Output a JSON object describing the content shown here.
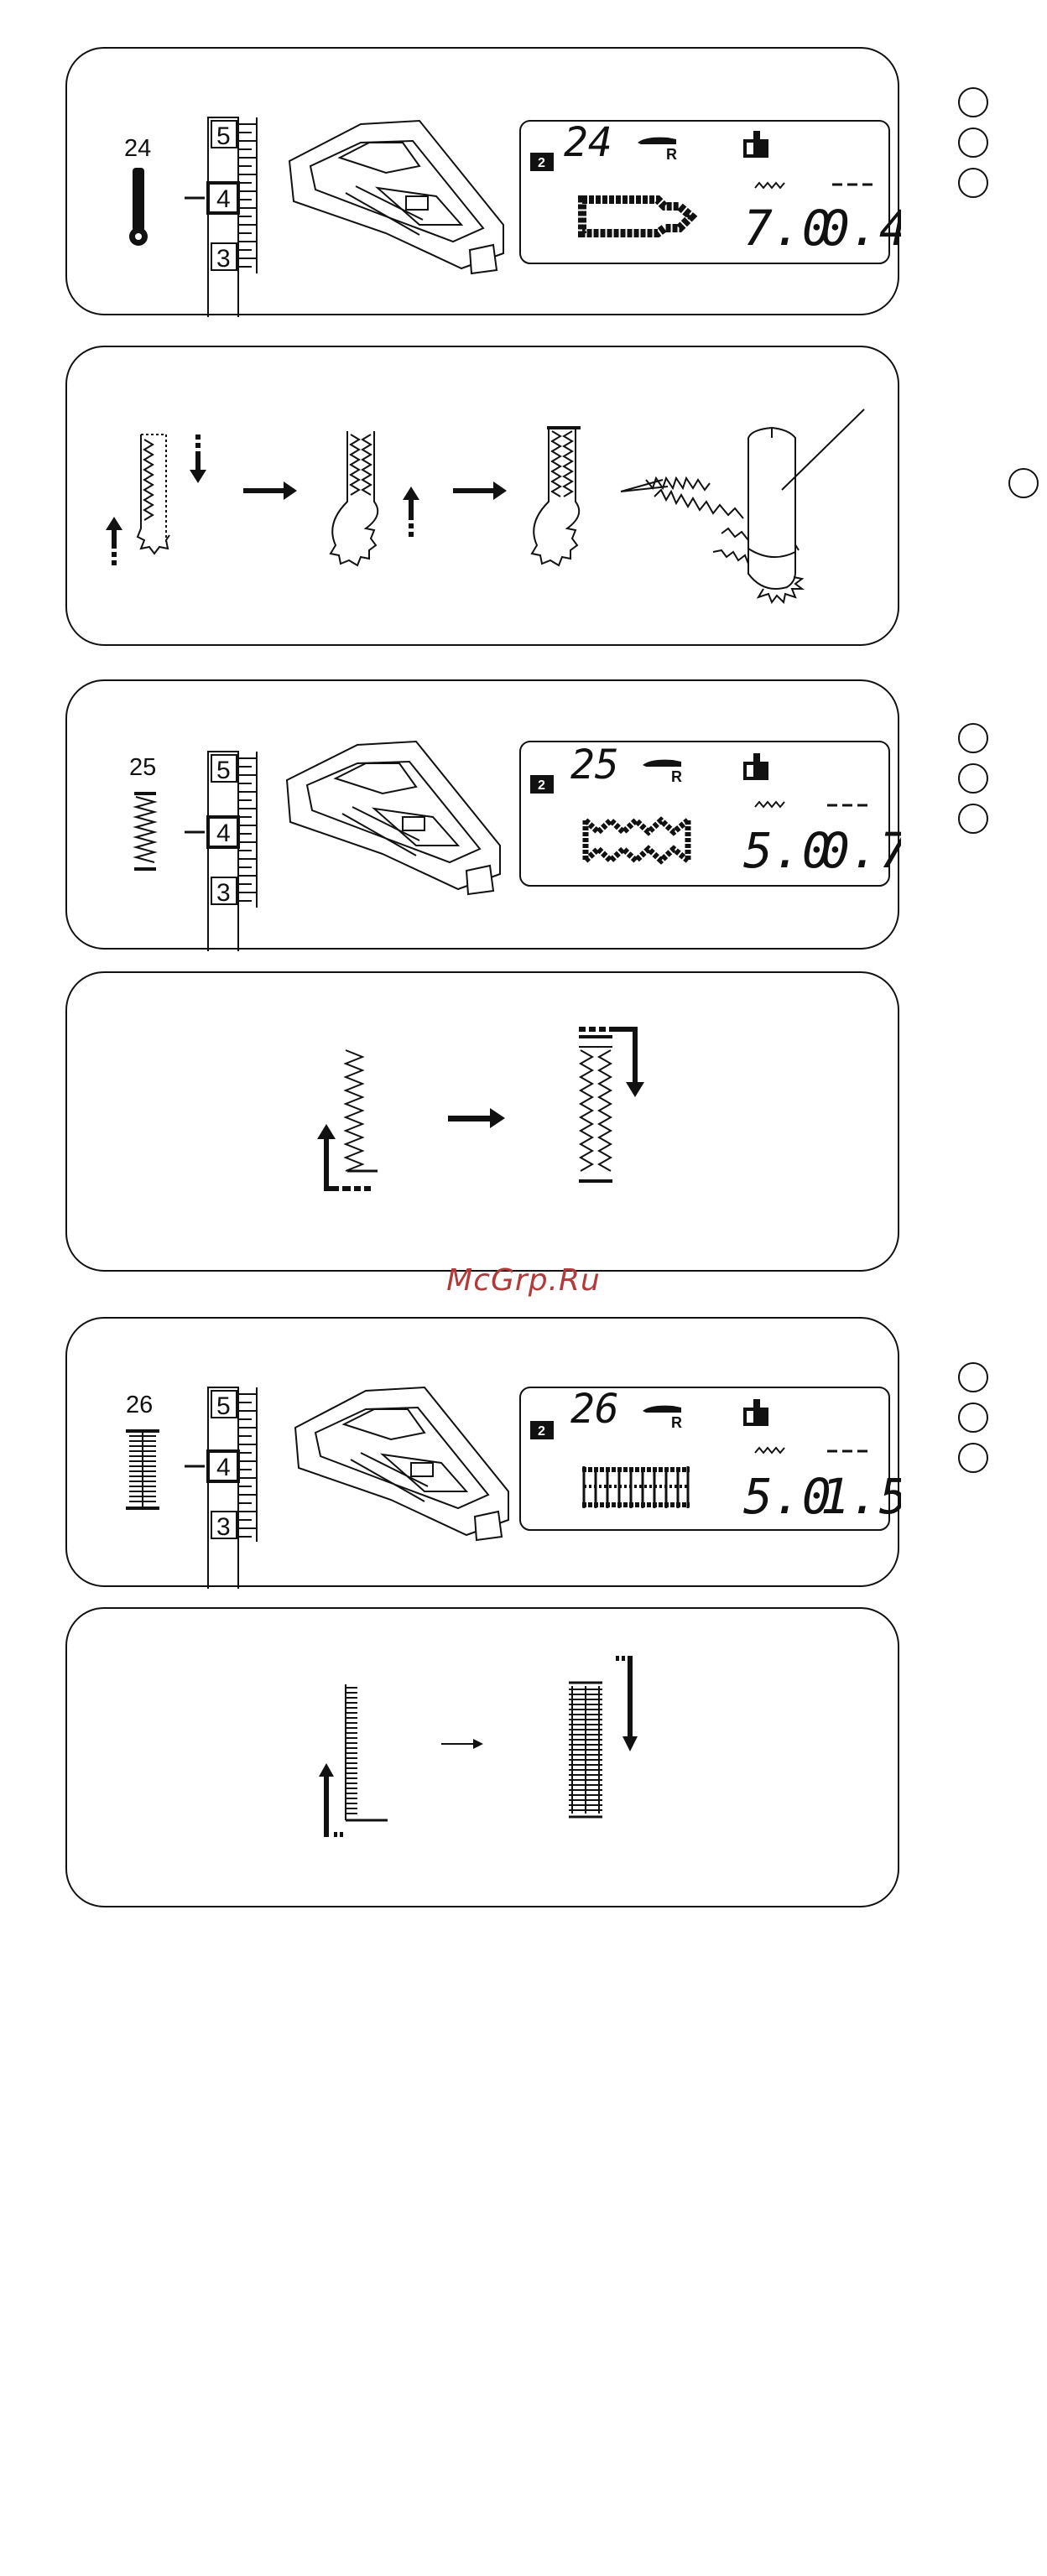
{
  "panels": [
    {
      "stitch_number": "24",
      "dial_numbers": [
        "5",
        "4",
        "3"
      ],
      "lcd": {
        "pattern": "24",
        "r_label": "R",
        "memory_badge": "2",
        "width": "7.0",
        "length": "0.4"
      }
    },
    {
      "stitch_number": "25",
      "dial_numbers": [
        "5",
        "4",
        "3"
      ],
      "lcd": {
        "pattern": "25",
        "r_label": "R",
        "memory_badge": "2",
        "width": "5.0",
        "length": "0.7"
      }
    },
    {
      "stitch_number": "26",
      "dial_numbers": [
        "5",
        "4",
        "3"
      ],
      "lcd": {
        "pattern": "26",
        "r_label": "R",
        "memory_badge": "2",
        "width": "5.0",
        "length": "1.5"
      }
    }
  ],
  "watermark": "McGrp.Ru",
  "icons": [
    "keyhole-buttonhole-icon",
    "zigzag-buttonhole-icon",
    "bartack-buttonhole-icon",
    "stitch-length-dial-icon",
    "buttonhole-foot-icon",
    "presser-foot-icon",
    "direction-arrow-icon",
    "pointer-circle-icon"
  ]
}
